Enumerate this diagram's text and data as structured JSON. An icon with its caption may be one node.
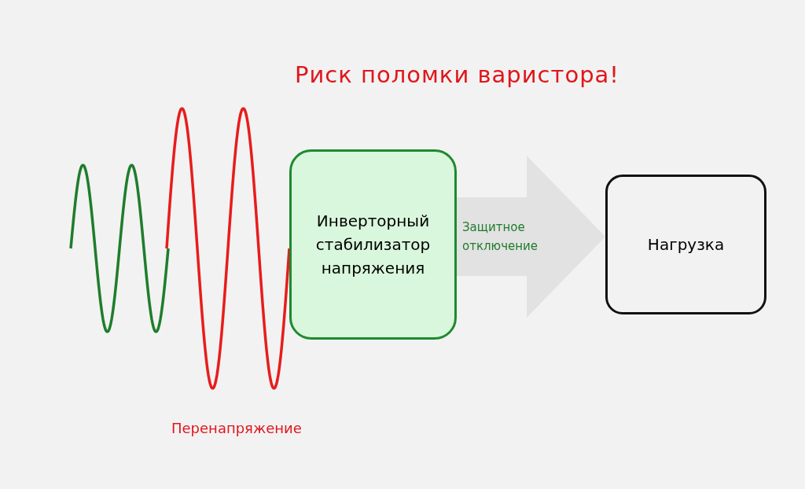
{
  "diagram": {
    "title": "Риск поломки варистора!",
    "nodes": [
      {
        "text": [
          "Инверторный стабилизатор напряжения"
        ]
      },
      {
        "text": [
          "Нагрузка"
        ]
      }
    ],
    "edges": [
      {
        "from": 0,
        "to": 1,
        "arrow": "to",
        "label": "Защитное отключение"
      }
    ],
    "labels": [
      "Перенапряжение"
    ]
  }
}
